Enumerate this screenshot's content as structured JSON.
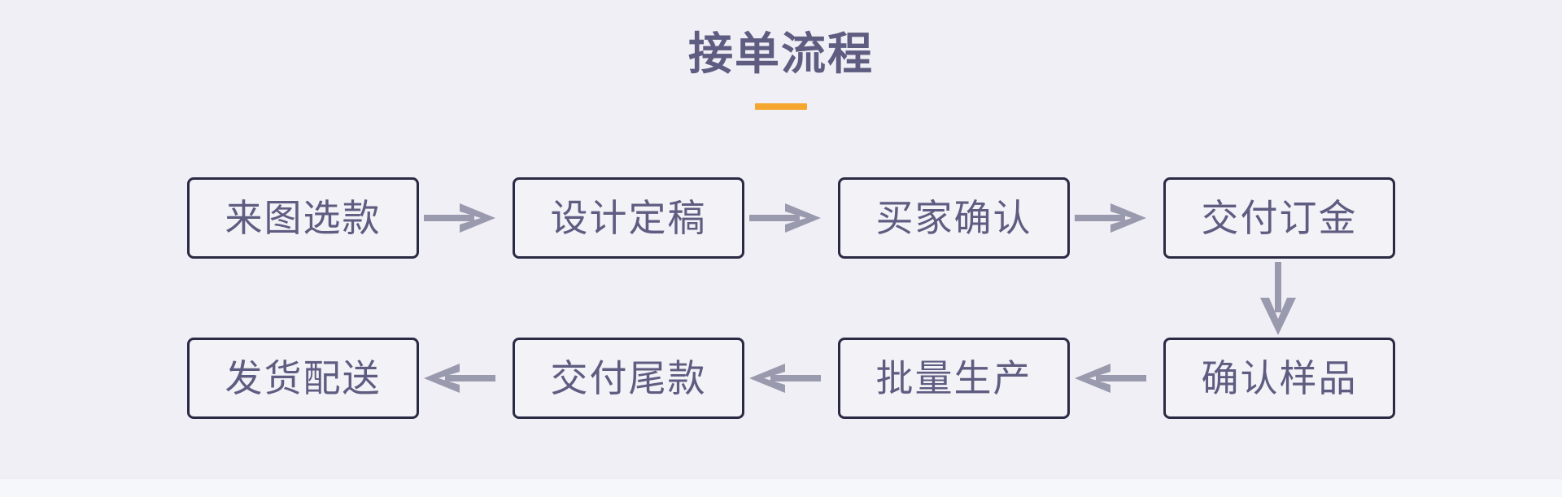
{
  "page": {
    "title": "接单流程",
    "background_color": "#f0eff5",
    "accent_color": "#f5a62e",
    "title_color": "#5e5c80",
    "box_border_color": "#2b2a45",
    "arrow_color": "#9a9aae"
  },
  "diagram_data": {
    "type": "flowchart",
    "title": "接单流程",
    "orientation": "boustrophedon-two-rows",
    "nodes": [
      {
        "id": "n1",
        "label": "来图选款",
        "row": 1,
        "col": 1
      },
      {
        "id": "n2",
        "label": "设计定稿",
        "row": 1,
        "col": 2
      },
      {
        "id": "n3",
        "label": "买家确认",
        "row": 1,
        "col": 3
      },
      {
        "id": "n4",
        "label": "交付订金",
        "row": 1,
        "col": 4
      },
      {
        "id": "n5",
        "label": "确认样品",
        "row": 2,
        "col": 4
      },
      {
        "id": "n6",
        "label": "批量生产",
        "row": 2,
        "col": 3
      },
      {
        "id": "n7",
        "label": "交付尾款",
        "row": 2,
        "col": 2
      },
      {
        "id": "n8",
        "label": "发货配送",
        "row": 2,
        "col": 1
      }
    ],
    "edges": [
      {
        "from": "n1",
        "to": "n2",
        "direction": "right"
      },
      {
        "from": "n2",
        "to": "n3",
        "direction": "right"
      },
      {
        "from": "n3",
        "to": "n4",
        "direction": "right"
      },
      {
        "from": "n4",
        "to": "n5",
        "direction": "down"
      },
      {
        "from": "n5",
        "to": "n6",
        "direction": "left"
      },
      {
        "from": "n6",
        "to": "n7",
        "direction": "left"
      },
      {
        "from": "n7",
        "to": "n8",
        "direction": "left"
      }
    ]
  },
  "icons": {
    "arrow_right": "arrow-right-icon",
    "arrow_left": "arrow-left-icon",
    "arrow_down": "arrow-down-icon"
  }
}
